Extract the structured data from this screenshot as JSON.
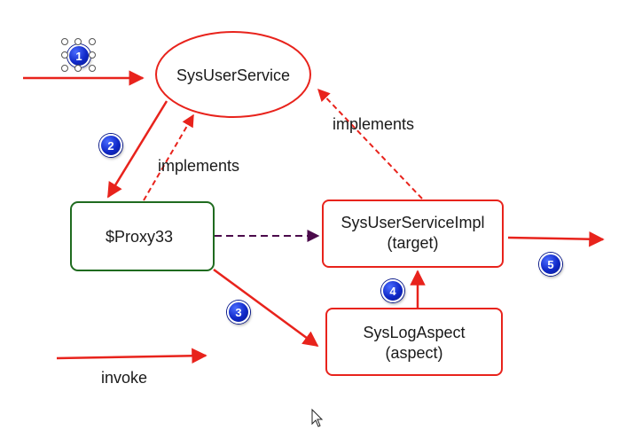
{
  "nodes": {
    "sys_user_service": "SysUserService",
    "proxy": "$Proxy33",
    "impl_line1": "SysUserServiceImpl",
    "impl_line2": "(target)",
    "aspect_line1": "SysLogAspect",
    "aspect_line2": "(aspect)"
  },
  "labels": {
    "implements_top": "implements",
    "implements_left": "implements",
    "legend_invoke": "invoke"
  },
  "steps": [
    "1",
    "2",
    "3",
    "4",
    "5"
  ],
  "colors": {
    "red": "#e8231c",
    "green": "#1f6b1f",
    "purple": "#4b0a4b",
    "badge_blue": "#1029c8"
  }
}
